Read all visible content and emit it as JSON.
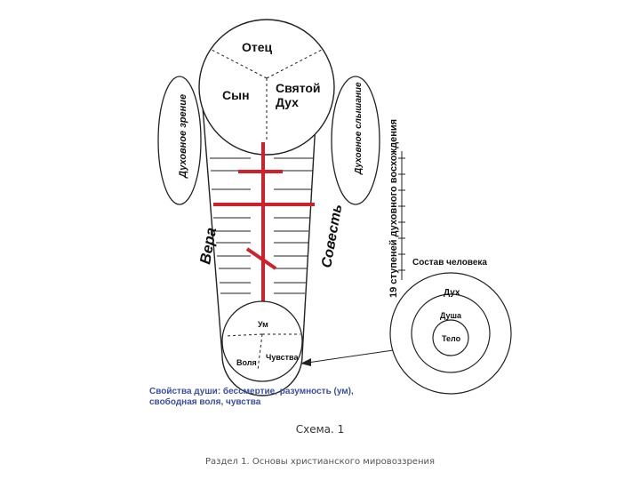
{
  "labels": {
    "father": "Отец",
    "son": "Сын",
    "holy_spirit_1": "Святой",
    "holy_spirit_2": "Дух",
    "spiritual_sight": "Духовное зрение",
    "spiritual_hearing": "Духовное слышание",
    "nineteen_steps": "19 ступеней духовного восхождения",
    "faith": "Вера",
    "conscience": "Совесть",
    "mind": "Ум",
    "will": "Воля",
    "feelings": "Чувства",
    "human_composition": "Состав человека",
    "spirit": "Дух",
    "soul": "Душа",
    "body": "Тело"
  },
  "soul_properties": {
    "line1": "Свойства души: бессмертие, разумность (ум),",
    "line2": "свободная воля, чувства"
  },
  "caption": "Схема. 1",
  "footer": "Раздел 1. Основы христианского мировоззрения",
  "colors": {
    "cross": "#d0202a",
    "ink": "#222222",
    "blue_text": "#3a4fa8"
  }
}
